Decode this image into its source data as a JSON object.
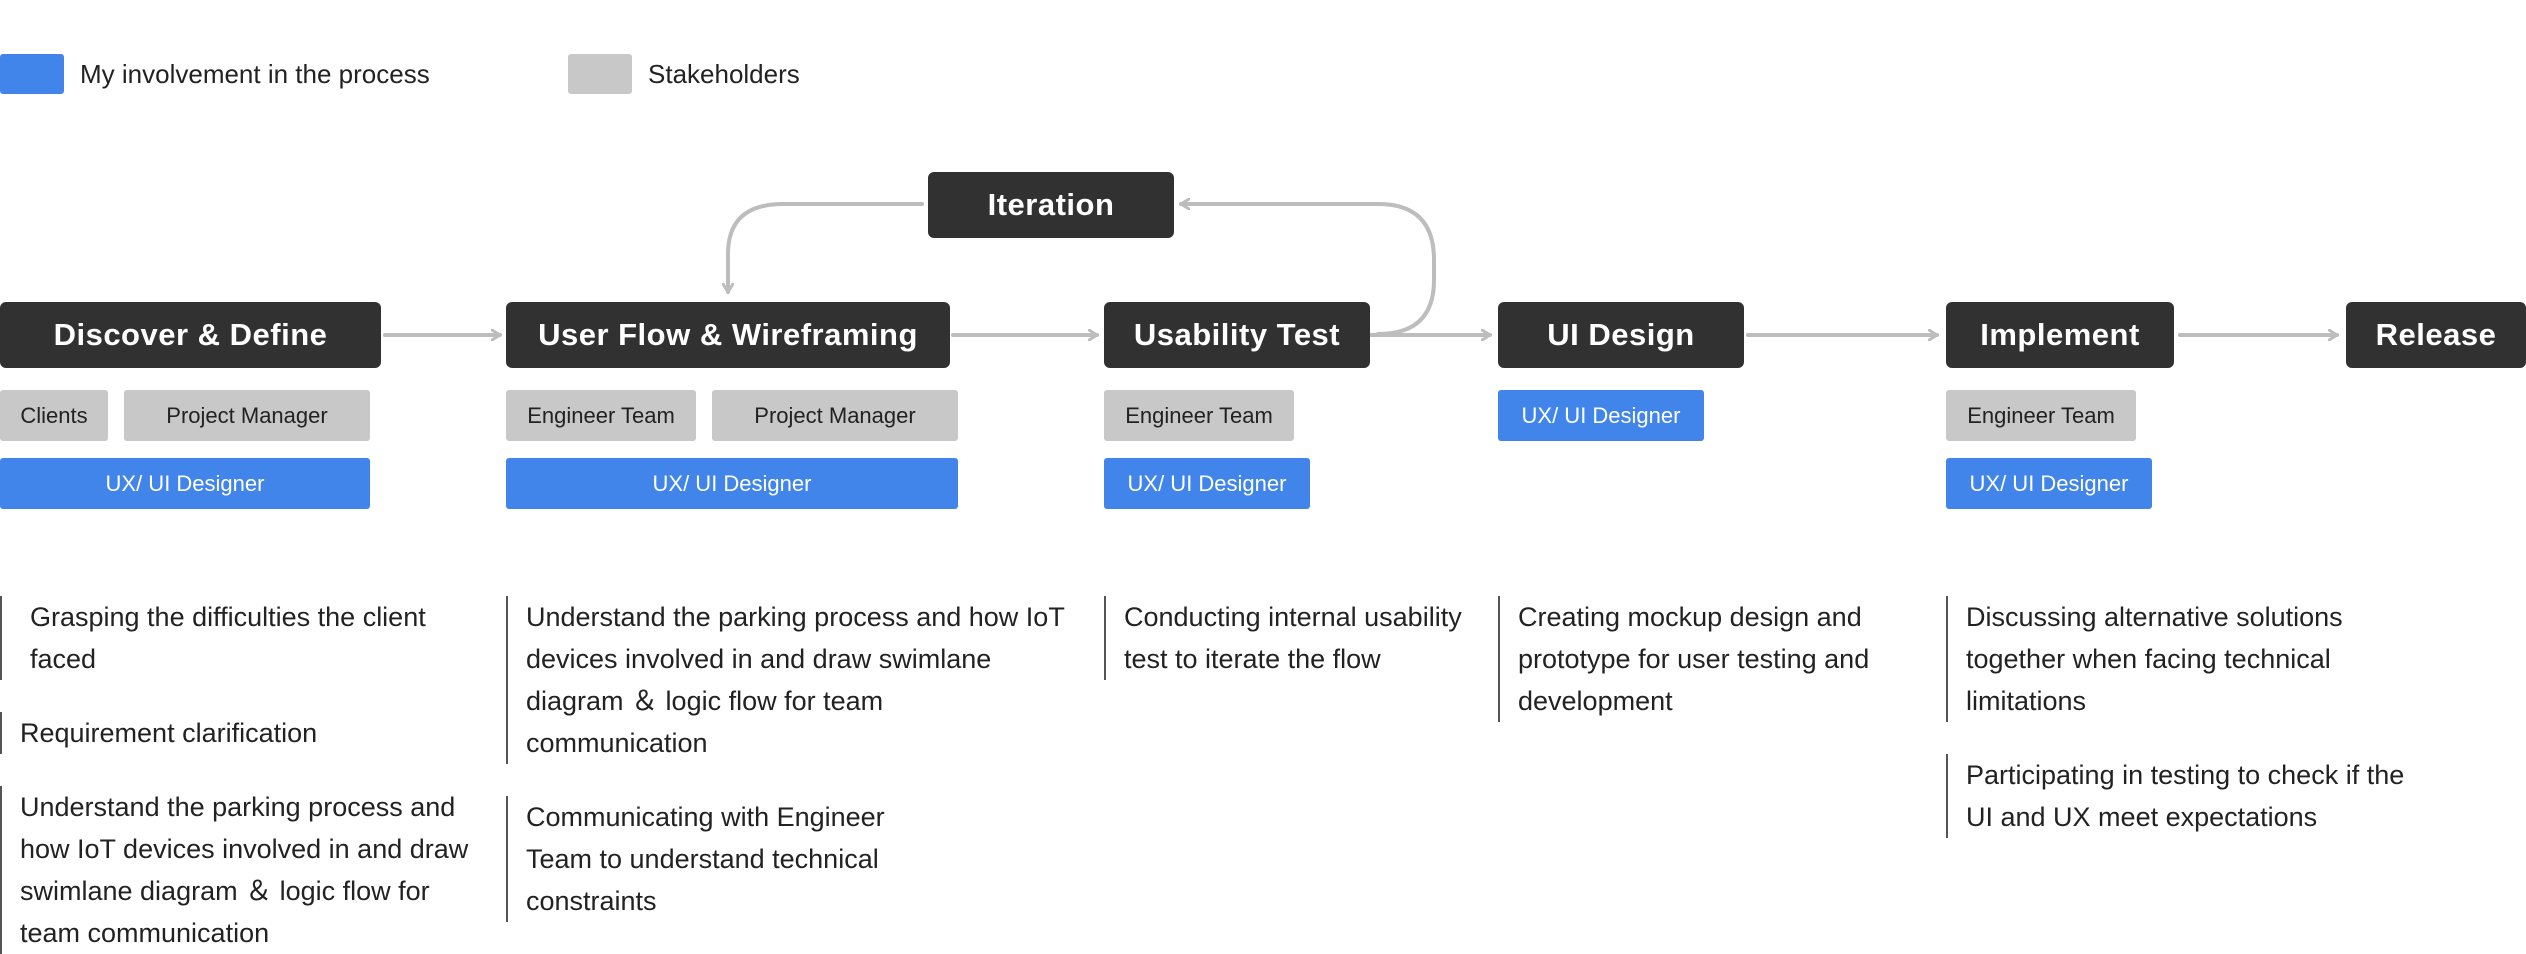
{
  "legend": {
    "involvement_label": "My involvement in the process",
    "stakeholders_label": "Stakeholders",
    "involvement_color": "#4185eb",
    "stakeholder_color": "#c8c8c8"
  },
  "colors": {
    "stage_bg": "#313131",
    "arrow": "#bdbdbd"
  },
  "iteration": {
    "label": "Iteration"
  },
  "stages": [
    {
      "label": "Discover & Define",
      "stakeholders": [
        "Clients",
        "Project Manager"
      ],
      "involvement": "UX/ UI Designer",
      "notes": [
        "Grasping the difficulties the client faced",
        "Requirement clarification",
        "Understand the parking process and how IoT devices involved in and draw swimlane diagram ＆ logic flow for team communication"
      ]
    },
    {
      "label": "User Flow & Wireframing",
      "stakeholders": [
        "Engineer Team",
        "Project Manager"
      ],
      "involvement": "UX/ UI Designer",
      "notes": [
        "Understand the parking process and how IoT devices involved in and draw swimlane diagram ＆ logic flow for team communication",
        "Communicating with Engineer Team to understand technical constraints"
      ]
    },
    {
      "label": "Usability Test",
      "stakeholders": [
        "Engineer Team"
      ],
      "involvement": "UX/ UI Designer",
      "notes": [
        "Conducting internal usability test to iterate the flow"
      ]
    },
    {
      "label": "UI Design",
      "stakeholders": [],
      "involvement": "UX/ UI Designer",
      "notes": [
        "Creating mockup design and prototype for user testing and development"
      ]
    },
    {
      "label": "Implement",
      "stakeholders": [
        "Engineer Team"
      ],
      "involvement": "UX/ UI Designer",
      "notes": [
        "Discussing alternative solutions together when facing technical limitations",
        "Participating in testing to check if the UI and UX meet expectations"
      ]
    },
    {
      "label": "Release",
      "stakeholders": [],
      "involvement": "",
      "notes": []
    }
  ]
}
